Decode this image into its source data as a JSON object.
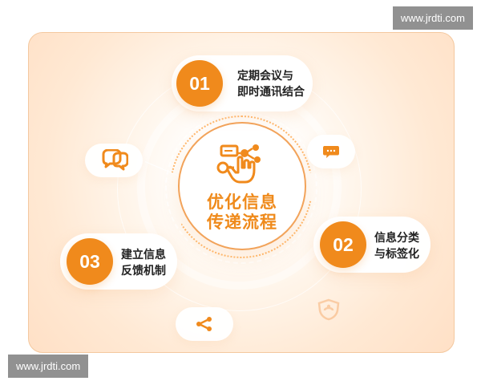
{
  "watermarks": {
    "top": "www.jrdti.com",
    "bottom": "www.jrdti.com"
  },
  "center": {
    "line1": "优化信息",
    "line2": "传递流程",
    "icon_name": "process-hand-icon"
  },
  "steps": [
    {
      "number": "01",
      "line1": "定期会议与",
      "line2": "即时通讯结合"
    },
    {
      "number": "02",
      "line1": "信息分类",
      "line2": "与标签化"
    },
    {
      "number": "03",
      "line1": "建立信息",
      "line2": "反馈机制"
    }
  ],
  "icons": {
    "chat": "chat-bubbles-icon",
    "comment": "comment-icon",
    "share": "share-icon",
    "faded": "shield-icon"
  },
  "colors": {
    "accent": "#f08a1c",
    "center_text": "#ef8a1b",
    "card_bg": "#fff0e2",
    "card_border": "#f4c89f",
    "watermark_bg": "#8c8c8c"
  }
}
